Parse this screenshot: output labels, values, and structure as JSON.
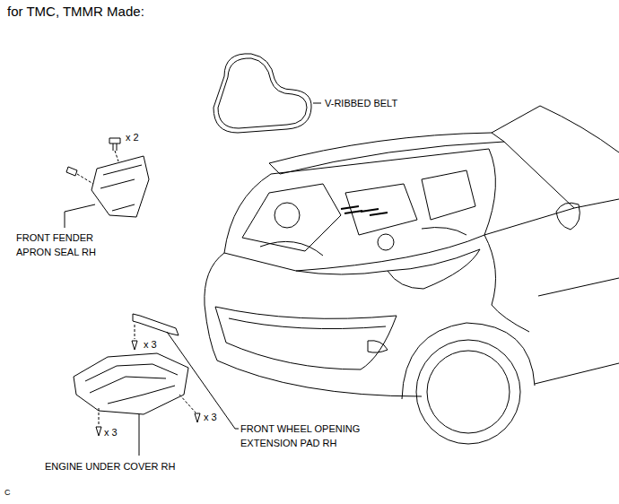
{
  "diagram": {
    "title": "for TMC, TMMR Made:",
    "labels": [
      "V-RIBBED BELT",
      "x 2",
      "FRONT FENDER APRON SEAL RH",
      "x 3",
      "x 3",
      "x 3",
      "FRONT WHEEL OPENING EXTENSION PAD RH",
      "ENGINE UNDER COVER RH",
      "C"
    ]
  }
}
